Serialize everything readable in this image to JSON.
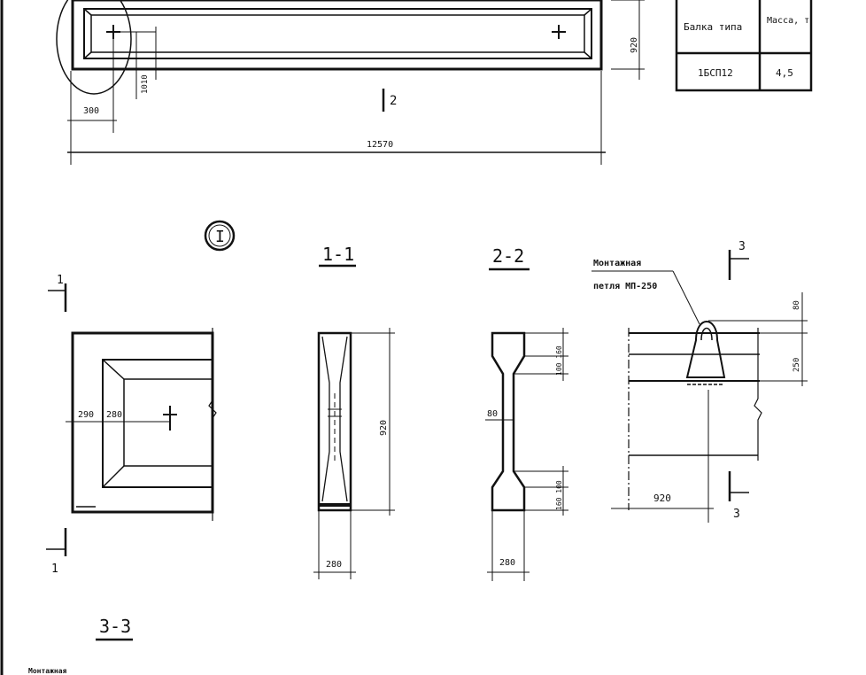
{
  "table": {
    "header_type": "Балка типа",
    "header_mass": "Масса, т",
    "row_type": "1БСП12",
    "row_mass": "4,5"
  },
  "plan": {
    "dim_total": "12570",
    "dim_left": "300",
    "dim_small_vertical": "1010",
    "dim_height": "920",
    "section_mark": "2"
  },
  "detail": {
    "label": "I",
    "dim_a": "290",
    "dim_b": "280",
    "cut_mark": "1"
  },
  "section_1": {
    "title": "1-1",
    "dim_height": "920",
    "dim_width": "280"
  },
  "section_2": {
    "title": "2-2",
    "dim_top": "100 160",
    "dim_web": "80",
    "dim_bottom": "160 100",
    "dim_width": "280"
  },
  "loop_detail": {
    "callout_line1": "Монтажная",
    "callout_line2": "петля МП-250",
    "dim_top": "80",
    "dim_mid": "250",
    "dim_width": "920",
    "cut_mark": "3"
  },
  "section_3": {
    "title": "3-3",
    "bottom_note": "Монтажная"
  }
}
